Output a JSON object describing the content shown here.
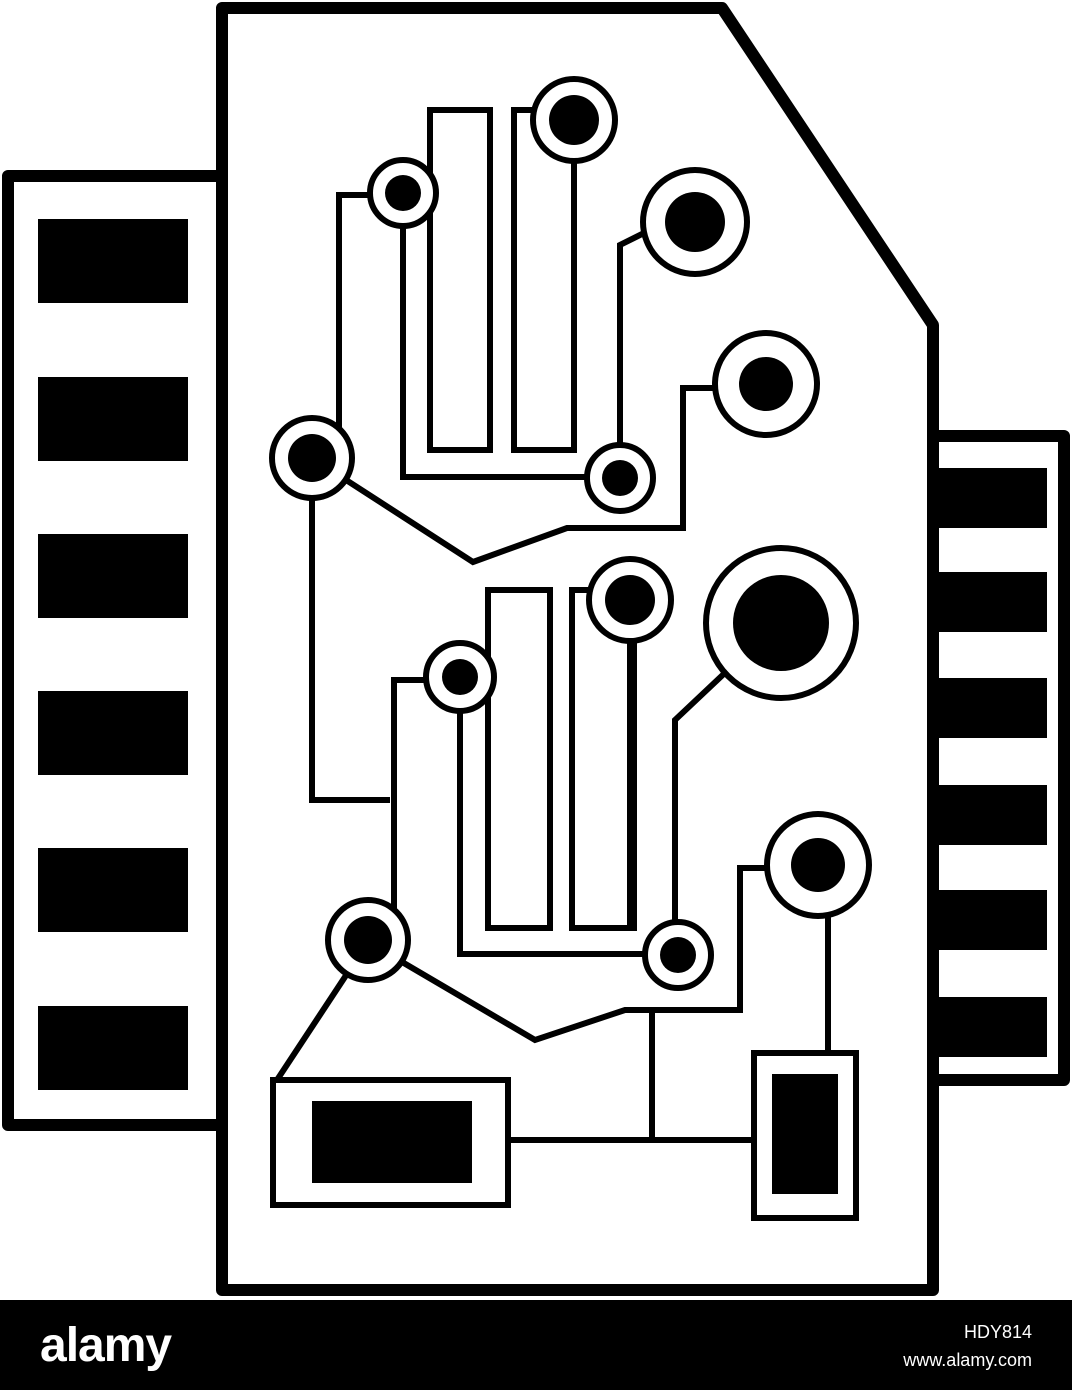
{
  "image": {
    "subject": "circuit-board-chip-outline-icon",
    "background_color": "#ffffff",
    "line_color": "#000000"
  },
  "footer": {
    "brand": "alamy",
    "image_id": "HDY814",
    "url": "www.alamy.com",
    "background_color": "#000000",
    "text_color": "#ffffff"
  }
}
